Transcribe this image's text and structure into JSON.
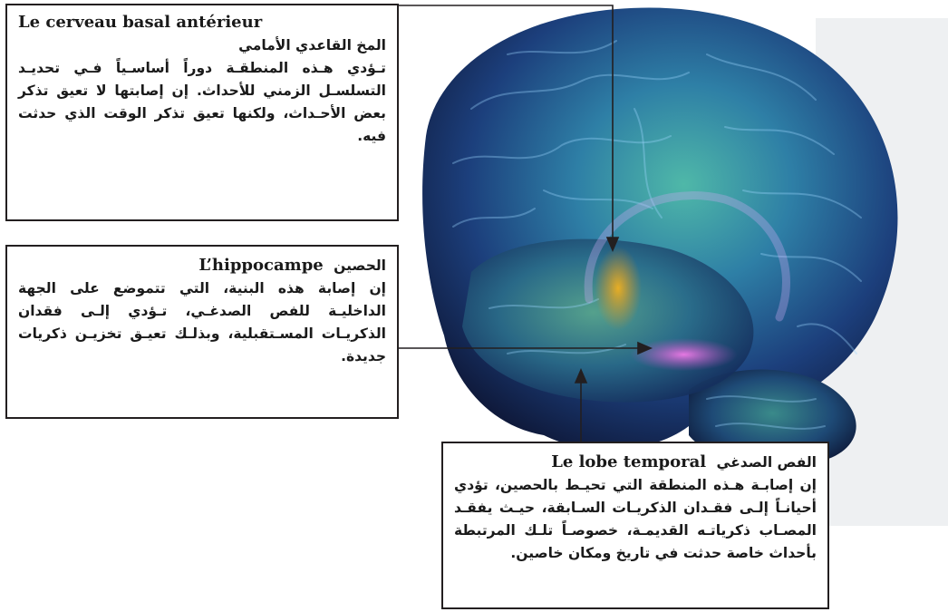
{
  "forebrain": {
    "title_fr": "Le cerveau basal antérieur",
    "title_ar": "المخ القاعدي الأمامي",
    "text_ar": "تـؤدي هـذه المنطقـة دوراً أساسـياً فـي تحديـد التسلسـل الزمني للأحداث. إن إصابتها لا تعيق تذكر بعض الأحـداث، ولكنها تعيق تذكر الوقت الذي حدثت فيه."
  },
  "hippocampus": {
    "title_fr": "L’hippocampe",
    "title_ar": "الحصين",
    "text_ar": "إن إصابة هذه البنية، التي تتموضع على الجهة الداخليـة للفص الصدغـي، تـؤدي إلـى فقدان الذكريـات المسـتقبلية، وبذلـك تعيـق تخزيـن ذكريات جديدة."
  },
  "temporal_lobe": {
    "title_fr": "Le lobe temporal",
    "title_ar": "الفص الصدغي",
    "text_ar": "إن إصابـة هـذه المنطقة التي تحيـط بالحصين، تؤدي أحيانـاً إلـى فقـدان الذكريـات السـابقة، حيـث يفقـد المصـاب ذكرياتـه القديمـة، خصوصـاً تلـك المرتبطة بأحداث خاصة حدثت في تاريخ ومكان خاصين."
  },
  "colors": {
    "border": "#231f20",
    "brain_dark": "#12204a",
    "brain_mid": "#2a6f96",
    "brain_teal": "#3aa38f",
    "forebrain_highlight": "#e9a21a",
    "hippocampus_highlight": "#e06ad8"
  }
}
